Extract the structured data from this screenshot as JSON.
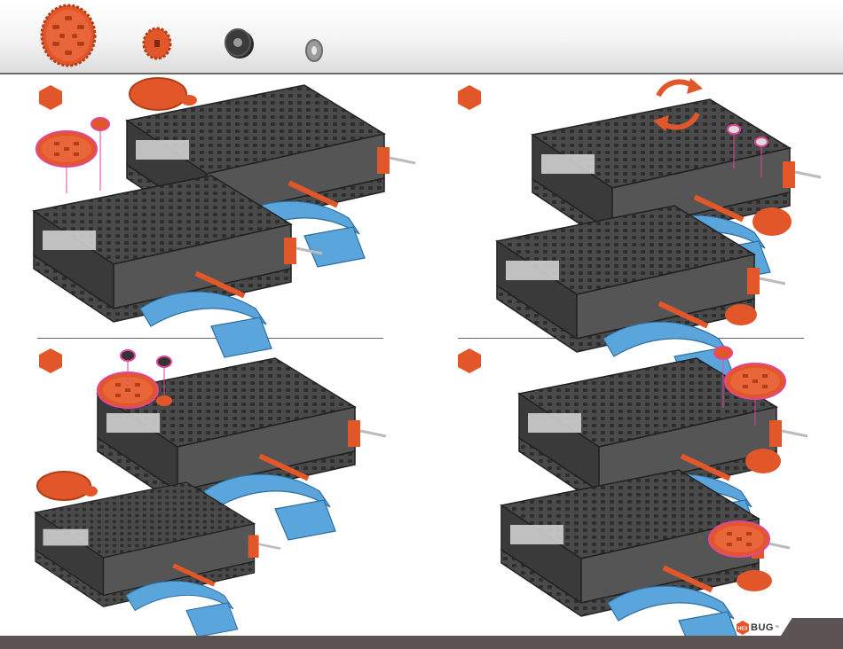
{
  "header": {
    "parts": [
      {
        "name": "large-gear",
        "color": "#e2572a"
      },
      {
        "name": "small-gear",
        "color": "#e2572a"
      },
      {
        "name": "bushing",
        "color": "#2b2b2b"
      },
      {
        "name": "washer",
        "color": "#9a9a9a"
      }
    ]
  },
  "colors": {
    "frame": "#4a4a4a",
    "frame_dark": "#2e2e2e",
    "link_blue": "#5aa6dc",
    "gear_orange": "#e2572a",
    "highlight_pink": "#e0459a",
    "step_marker": "#e2572a",
    "footer": "#5b5452"
  },
  "icons": {
    "rotate": "rotate-arrows-icon"
  },
  "brand": {
    "logo_text": "BUG",
    "logo_hex_text": "HEX",
    "trademark": "™"
  }
}
